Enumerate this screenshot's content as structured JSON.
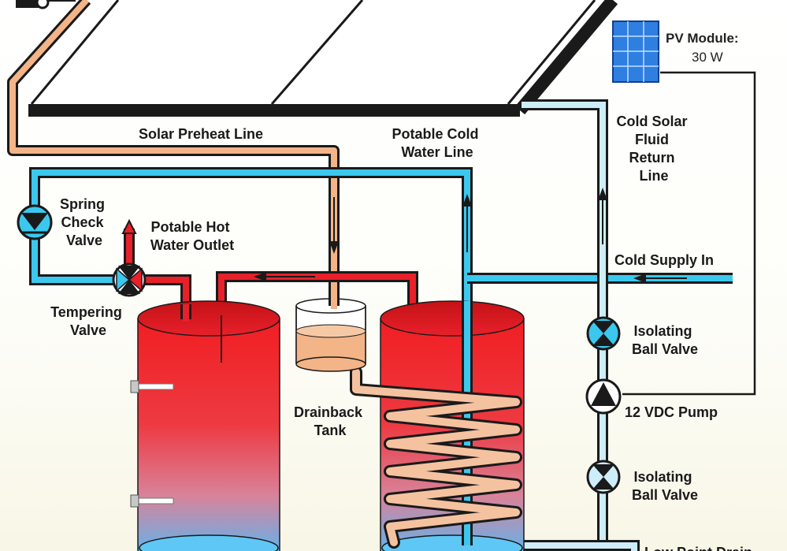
{
  "diagram": {
    "labels": {
      "solar_preheat_line": "Solar Preheat Line",
      "potable_cold_water_line": [
        "Potable Cold",
        "Water Line"
      ],
      "pv_module": [
        "PV Module:",
        "30 W"
      ],
      "cold_solar_fluid_return_line": [
        "Cold Solar",
        "Fluid",
        "Return",
        "Line"
      ],
      "spring_check_valve": [
        "Spring",
        "Check",
        "Valve"
      ],
      "potable_hot_water_outlet": [
        "Potable Hot",
        "Water Outlet"
      ],
      "cold_supply_in": "Cold Supply In",
      "tempering_valve": [
        "Tempering",
        "Valve"
      ],
      "isolating_ball_valve_upper": [
        "Isolating",
        "Ball Valve"
      ],
      "drainback_tank": [
        "Drainback",
        "Tank"
      ],
      "pump": "12 VDC Pump",
      "isolating_ball_valve_lower": [
        "Isolating",
        "Ball Valve"
      ],
      "low_point_drain": "Low Point Drain"
    },
    "colors": {
      "hot": "#e8202a",
      "cold": "#3cc8ee",
      "cold_return": "#cdeef8",
      "preheat": "#f3b488",
      "collector_frame": "#1a1a1a",
      "pv_panel": "#2f7fe0"
    }
  }
}
